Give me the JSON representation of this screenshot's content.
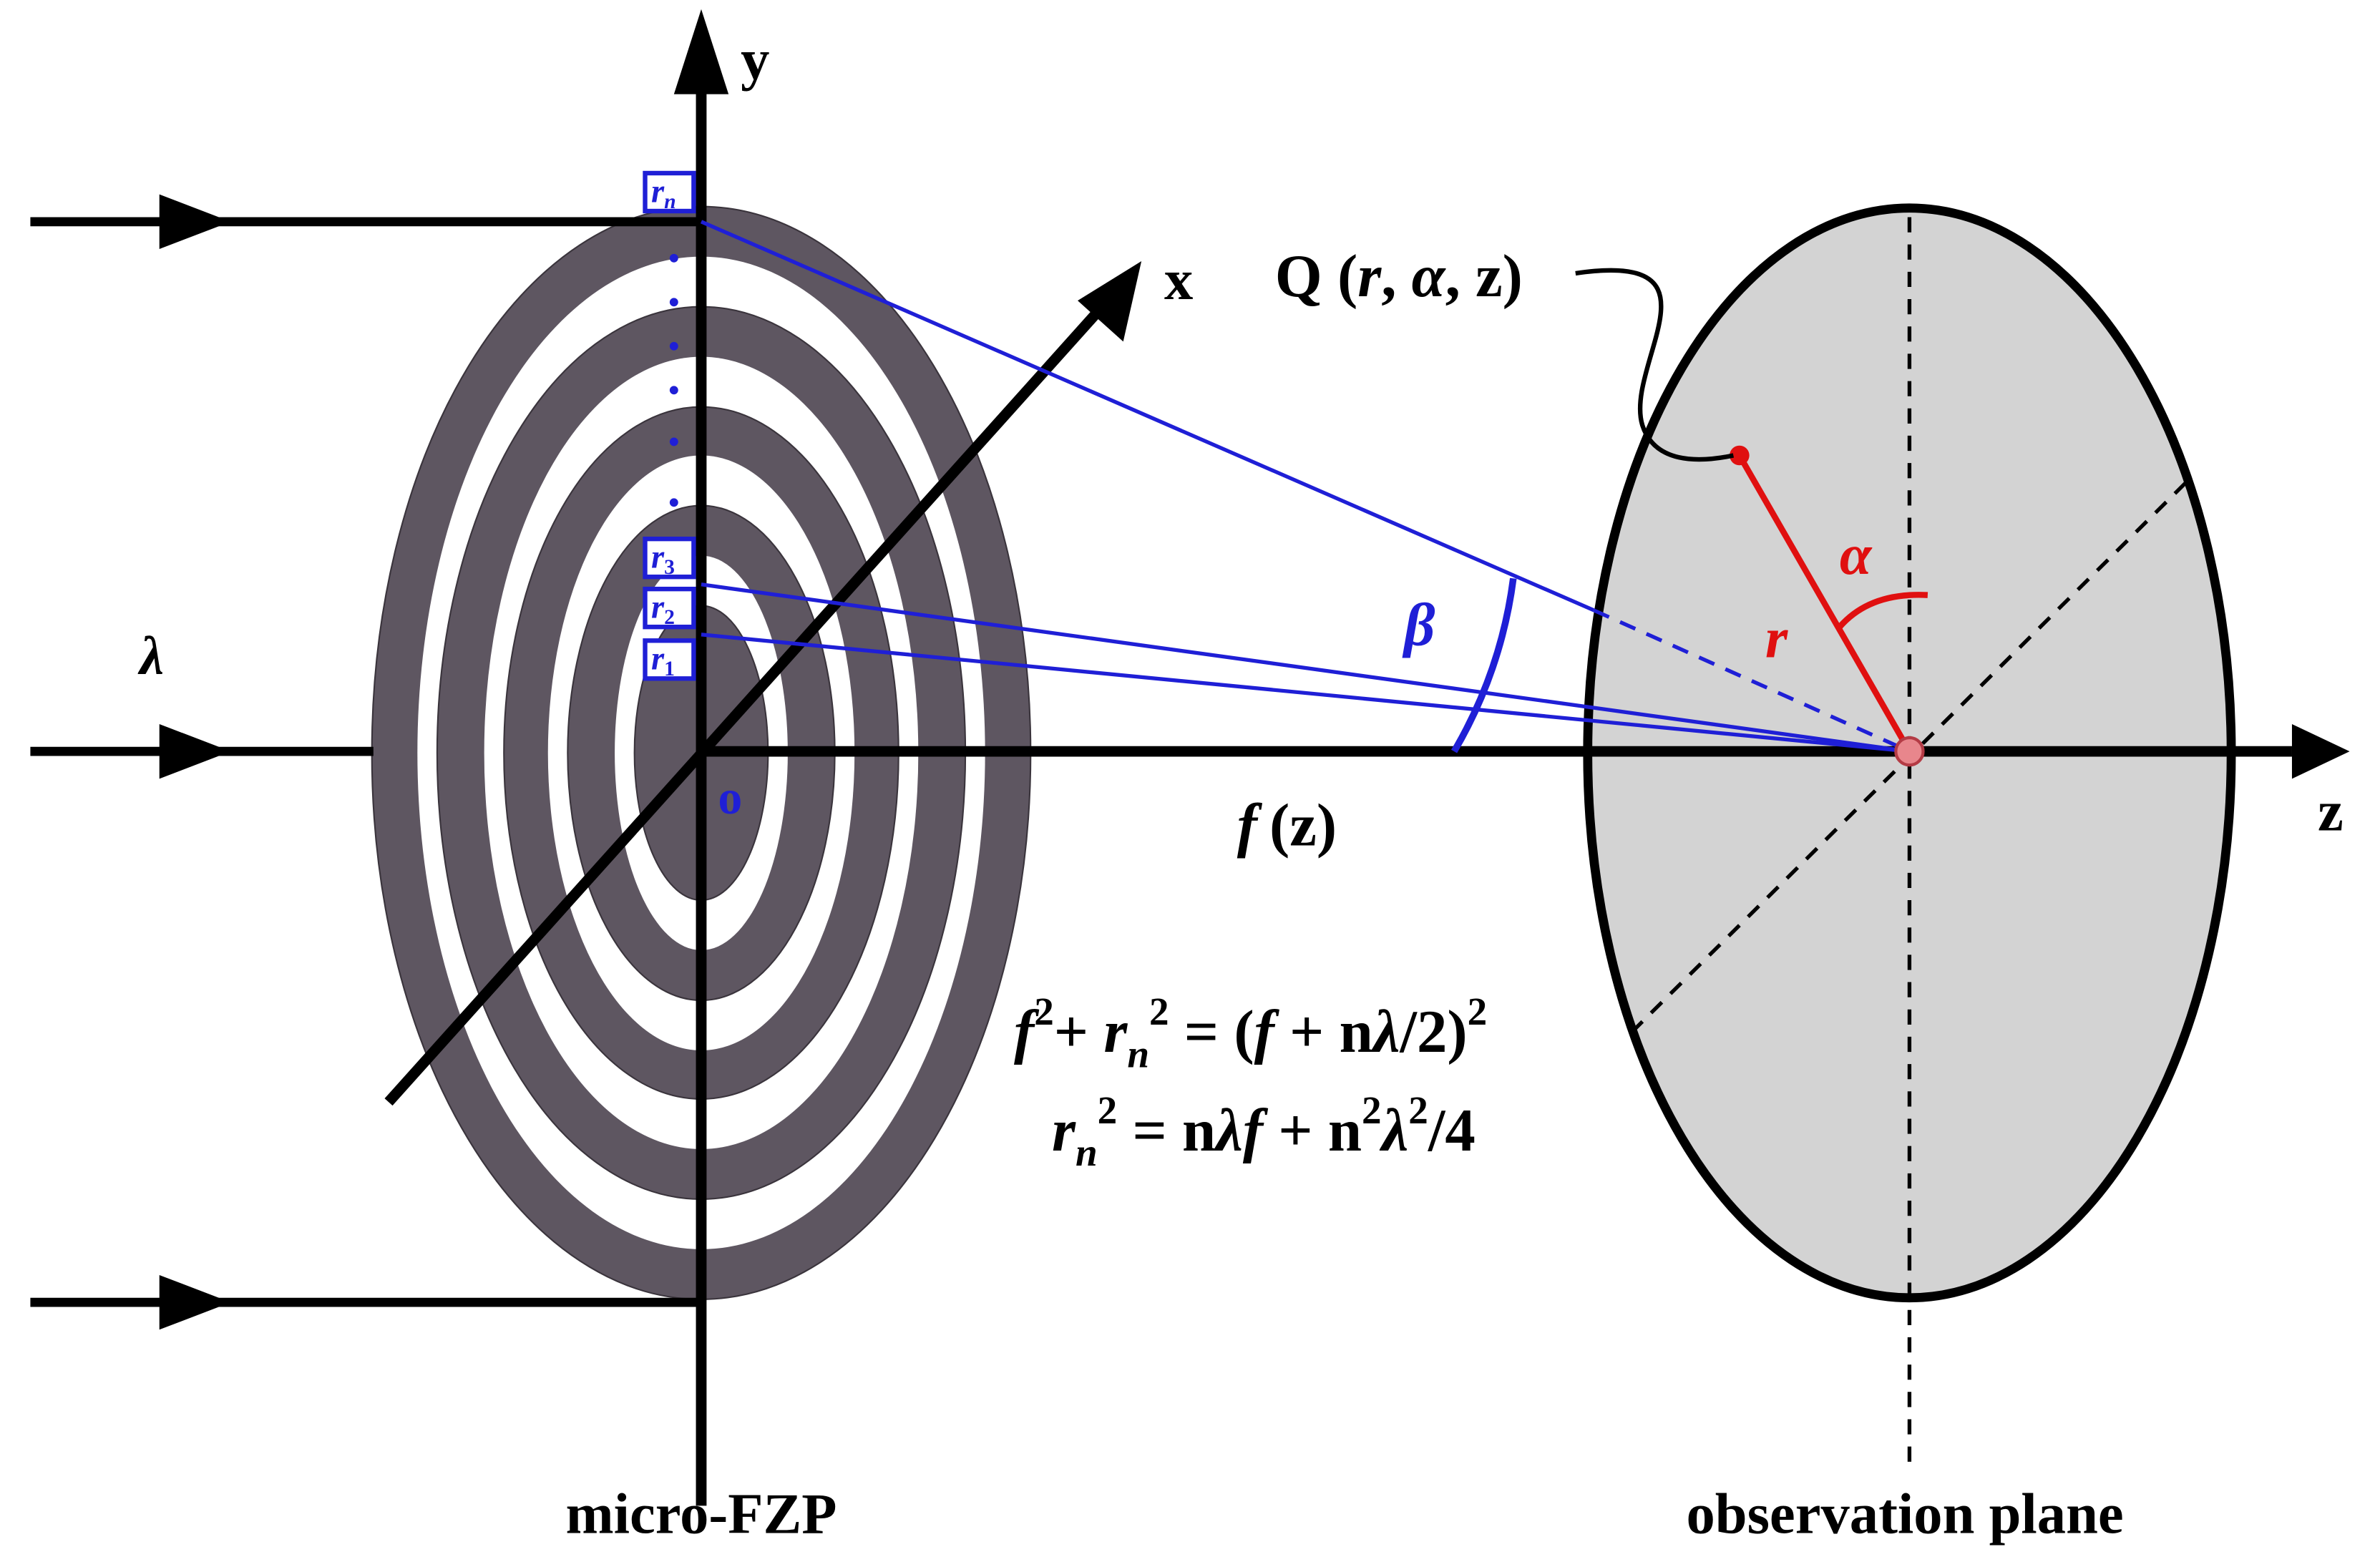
{
  "colors": {
    "ring": "#5e5661",
    "ray": "#1f1fd6",
    "accent": "#e01010",
    "plane_fill": "#d3d3d3",
    "axis": "#000000"
  },
  "axes": {
    "y": "y",
    "x": "x",
    "z": "z",
    "origin": "o"
  },
  "radii_labels": {
    "r": "r",
    "n": "n",
    "sub1": "1",
    "sub2": "2",
    "sub3": "3"
  },
  "wavelength": "λ",
  "angle_beta": "β",
  "focal": {
    "f": "f",
    "z": "(z)"
  },
  "point_q": {
    "q": "Q (",
    "r": "r",
    "sep1": ", ",
    "alpha": "α",
    "rest": ", z)"
  },
  "angle_alpha": "α",
  "radius_r": "r",
  "equation1": {
    "f": "f",
    "sup2a": "2",
    "plus": "+ ",
    "r": "r",
    "n": "n",
    "sup2b": "2",
    "eq": " = (",
    "f2": "f",
    "plus2": " + n",
    "lambda": "λ",
    "tail": "/2)",
    "sup2c": "2"
  },
  "equation2": {
    "r": "r",
    "n": "n",
    "sup2": "2",
    "eq": " = n",
    "lambda": "λ",
    "f": "f",
    "plus": " + n",
    "sup2b": "2",
    "lambda2": "λ",
    "sup2c": "2",
    "tail": "/4"
  },
  "captions": {
    "left": "micro-FZP",
    "right": "observation plane"
  }
}
